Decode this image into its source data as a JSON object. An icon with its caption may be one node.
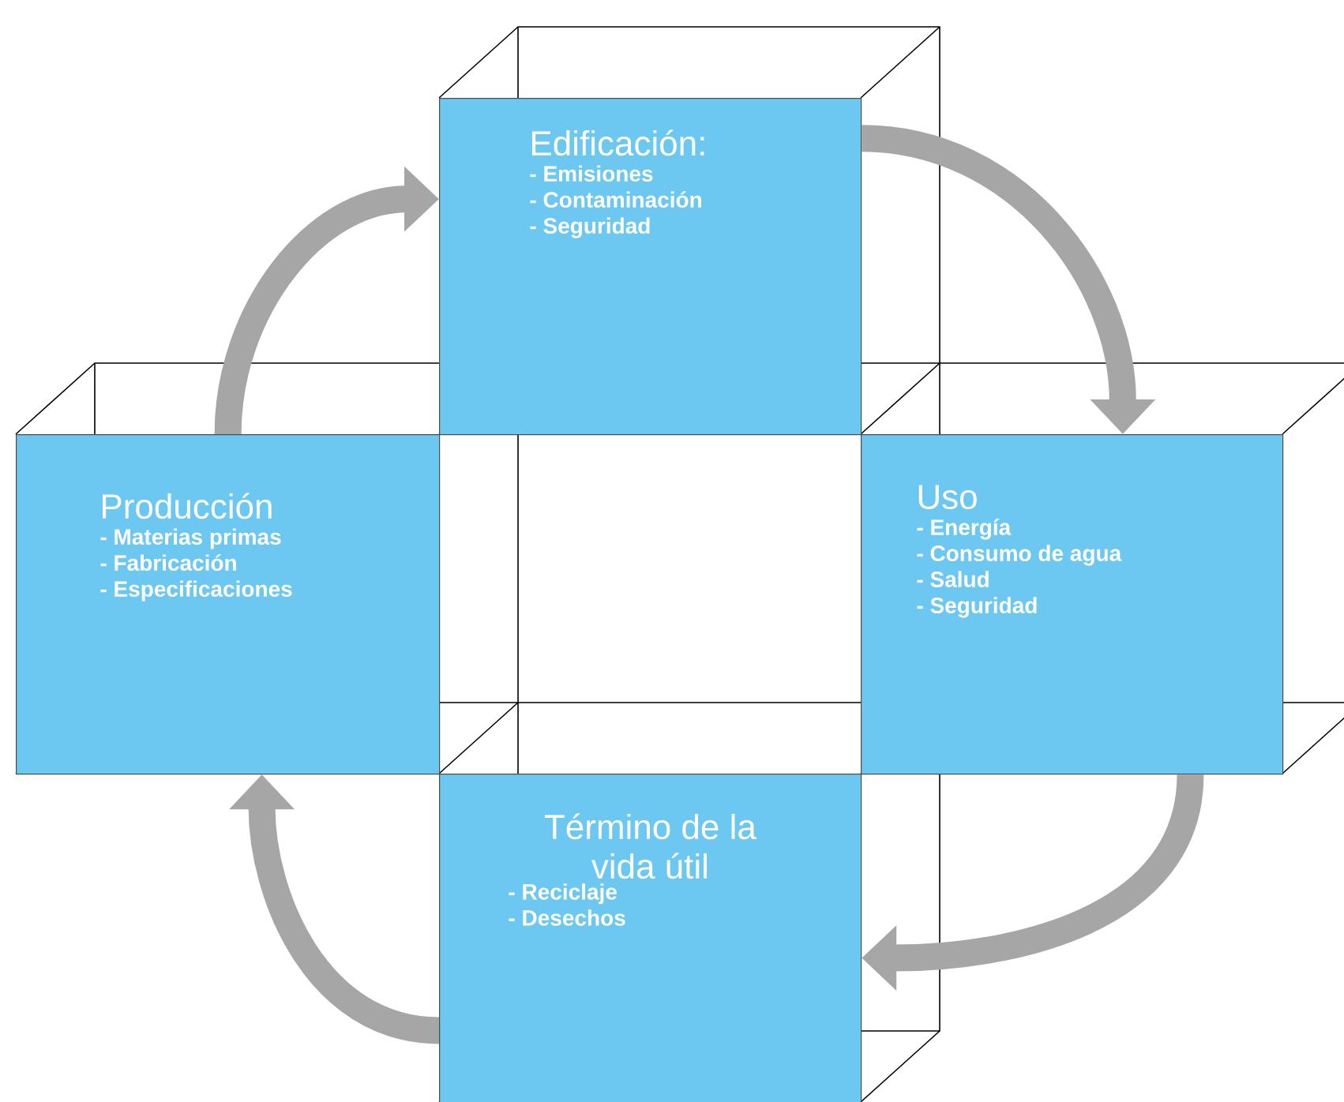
{
  "diagram": {
    "nodes": [
      {
        "text": [
          "Edificación:",
          "- Emisiones",
          "- Contaminación",
          "- Seguridad"
        ]
      },
      {
        "text": [
          "Producción",
          "- Materias primas",
          "- Fabricación",
          "- Especificaciones"
        ]
      },
      {
        "text": [
          "Uso",
          "- Energía",
          "- Consumo de agua",
          "- Salud",
          "- Seguridad"
        ]
      },
      {
        "text": [
          "Término de la vida útil",
          "- Reciclaje",
          "- Desechos"
        ]
      }
    ],
    "edges": [
      {
        "from": 1,
        "to": 0,
        "arrow": "to"
      },
      {
        "from": 0,
        "to": 2,
        "arrow": "to"
      },
      {
        "from": 2,
        "to": 3,
        "arrow": "to"
      },
      {
        "from": 3,
        "to": 1,
        "arrow": "to"
      }
    ]
  }
}
